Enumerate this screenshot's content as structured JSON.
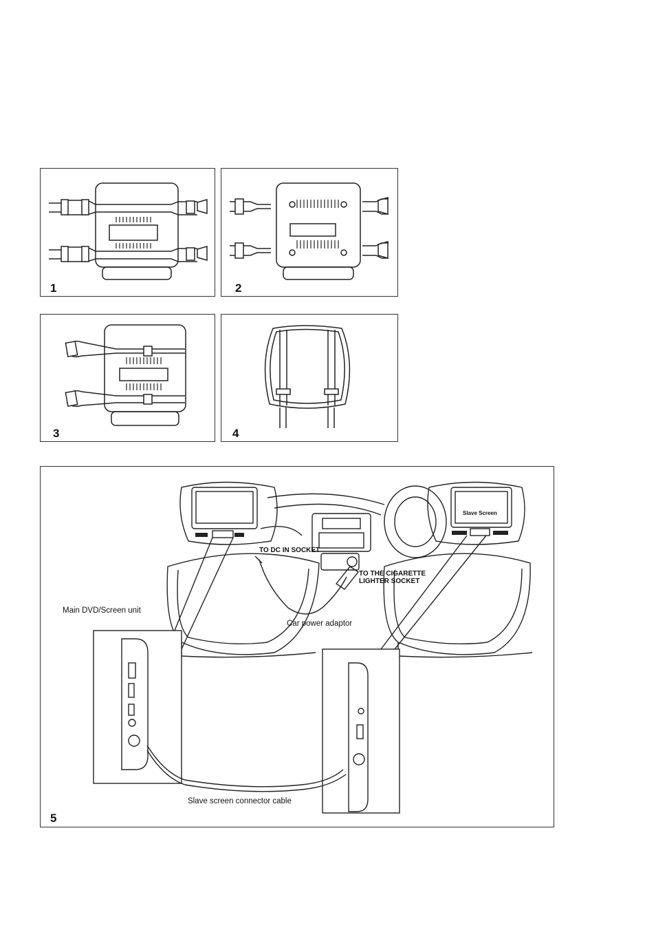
{
  "steps": [
    {
      "number": "1"
    },
    {
      "number": "2"
    },
    {
      "number": "3"
    },
    {
      "number": "4"
    },
    {
      "number": "5"
    }
  ],
  "diagram": {
    "dc_socket_label": "TO DC IN SOCKET",
    "cigarette_label_line1": "TO THE CIGARETTE",
    "cigarette_label_line2": "LIGHTER SOCKET",
    "main_unit_label": "Main DVD/Screen unit",
    "adaptor_label": "Car power adaptor",
    "slave_cable_label": "Slave screen connector cable",
    "slave_screen_text": "Slave Screen"
  }
}
